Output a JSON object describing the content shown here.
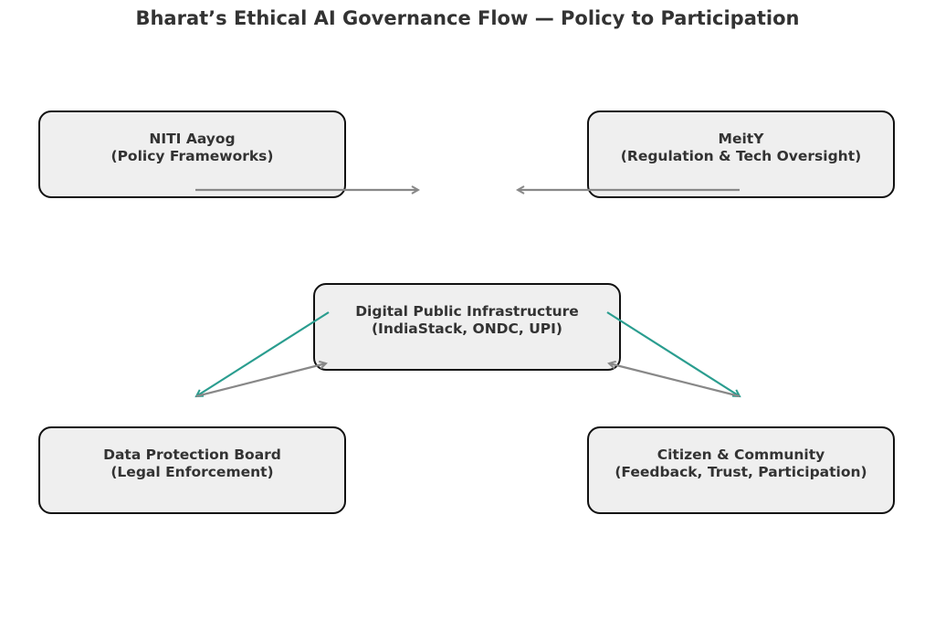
{
  "title": "Bharat’s Ethical AI Governance Flow — Policy to Participation",
  "nodes": {
    "niti": {
      "name": "NITI Aayog",
      "role": "(Policy Frameworks)"
    },
    "meity": {
      "name": "MeitY",
      "role": "(Regulation & Tech Oversight)"
    },
    "dpi": {
      "name": "Digital Public Infrastructure",
      "role": "(IndiaStack, ONDC, UPI)"
    },
    "dpb": {
      "name": "Data Protection Board",
      "role": "(Legal Enforcement)"
    },
    "citizen": {
      "name": "Citizen & Community",
      "role": "(Feedback, Trust, Participation)"
    }
  },
  "colors": {
    "gray_arrow": "#888888",
    "teal_arrow": "#2a9d8f",
    "box_fill": "#efefef"
  }
}
